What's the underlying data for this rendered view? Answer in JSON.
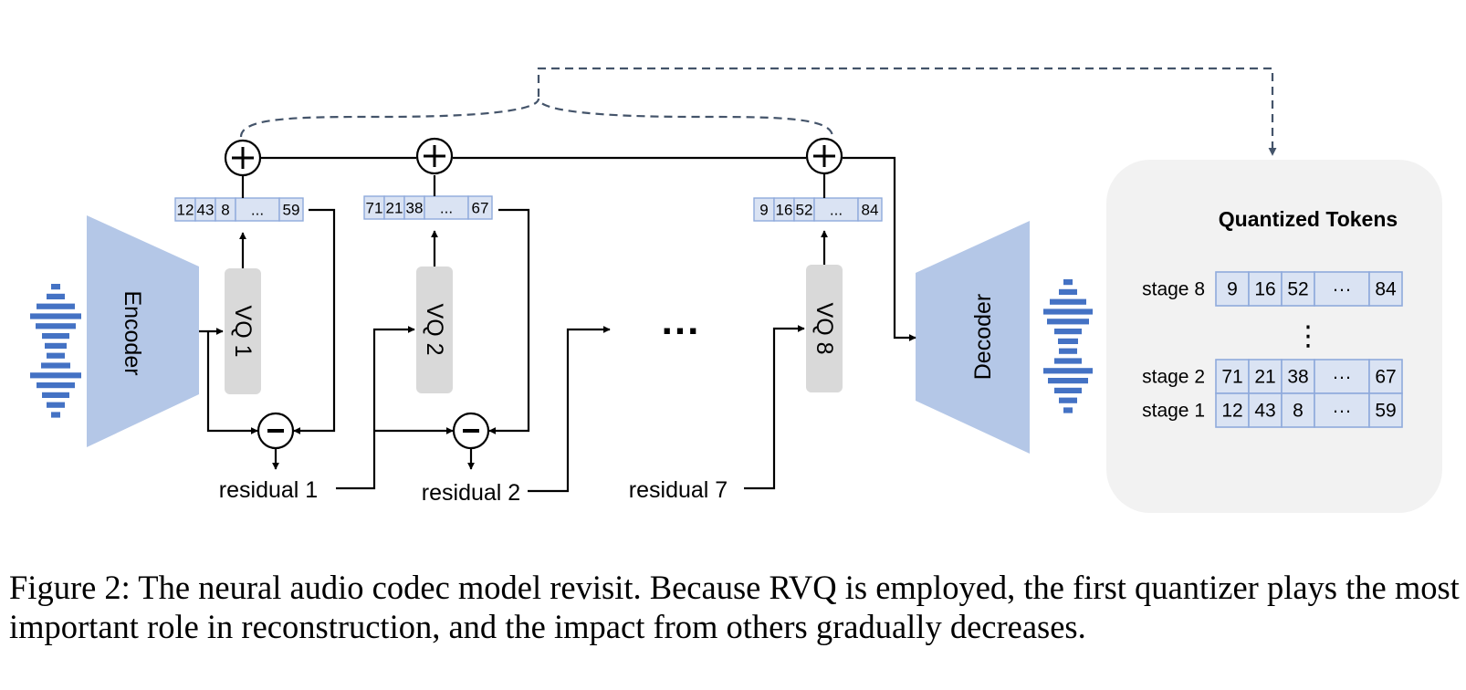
{
  "colors": {
    "trapezoid": "#b4c7e7",
    "waveform": "#4472c4",
    "vq_box": "#d9d9d9",
    "cell_fill": "#dae3f3",
    "cell_border": "#8faadc",
    "panel": "#f2f2f2",
    "dashed": "#44546a",
    "line": "#000000"
  },
  "icons": {
    "waveform_in": "waveform-icon",
    "waveform_out": "waveform-icon",
    "adder": "plus-circle-icon",
    "subtractor": "minus-circle-icon"
  },
  "diagram": {
    "encoder_label": "Encoder",
    "decoder_label": "Decoder",
    "ellipsis": "...",
    "stages": [
      {
        "vq_label": "VQ 1",
        "tokens": [
          "12",
          "43",
          "8",
          "...",
          "59"
        ],
        "residual_label": "residual 1"
      },
      {
        "vq_label": "VQ 2",
        "tokens": [
          "71",
          "21",
          "38",
          "...",
          "67"
        ],
        "residual_label": "residual 2"
      },
      {
        "vq_label": "VQ 8",
        "tokens": [
          "9",
          "16",
          "52",
          "...",
          "84"
        ],
        "residual_label": "residual 7"
      }
    ],
    "panel": {
      "title": "Quantized Tokens",
      "vdots": "⋮",
      "rows": [
        {
          "label": "stage 8",
          "tokens": [
            "9",
            "16",
            "52",
            "···",
            "84"
          ]
        },
        {
          "label": "stage 2",
          "tokens": [
            "71",
            "21",
            "38",
            "···",
            "67"
          ]
        },
        {
          "label": "stage 1",
          "tokens": [
            "12",
            "43",
            "8",
            "···",
            "59"
          ]
        }
      ]
    }
  },
  "caption": "Figure 2: The neural audio codec model revisit. Because RVQ is employed, the first quantizer plays the most important role in reconstruction, and the impact from others gradually decreases."
}
